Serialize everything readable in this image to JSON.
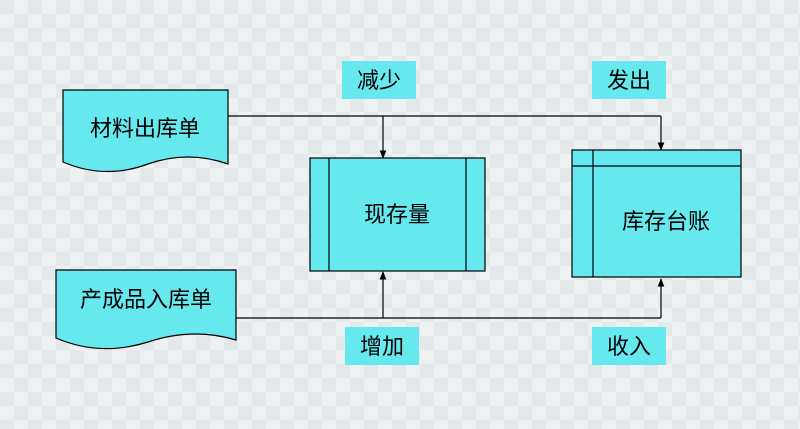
{
  "colors": {
    "box_fill": "#66e8ef",
    "stroke": "#000000",
    "line": "#000000"
  },
  "nodes": {
    "material_out_doc": "材料出库单",
    "product_in_doc": "产成品入库单",
    "current_stock": "现存量",
    "stock_ledger": "库存台账"
  },
  "labels": {
    "decrease": "减少",
    "issue": "发出",
    "increase": "增加",
    "receive": "收入"
  }
}
